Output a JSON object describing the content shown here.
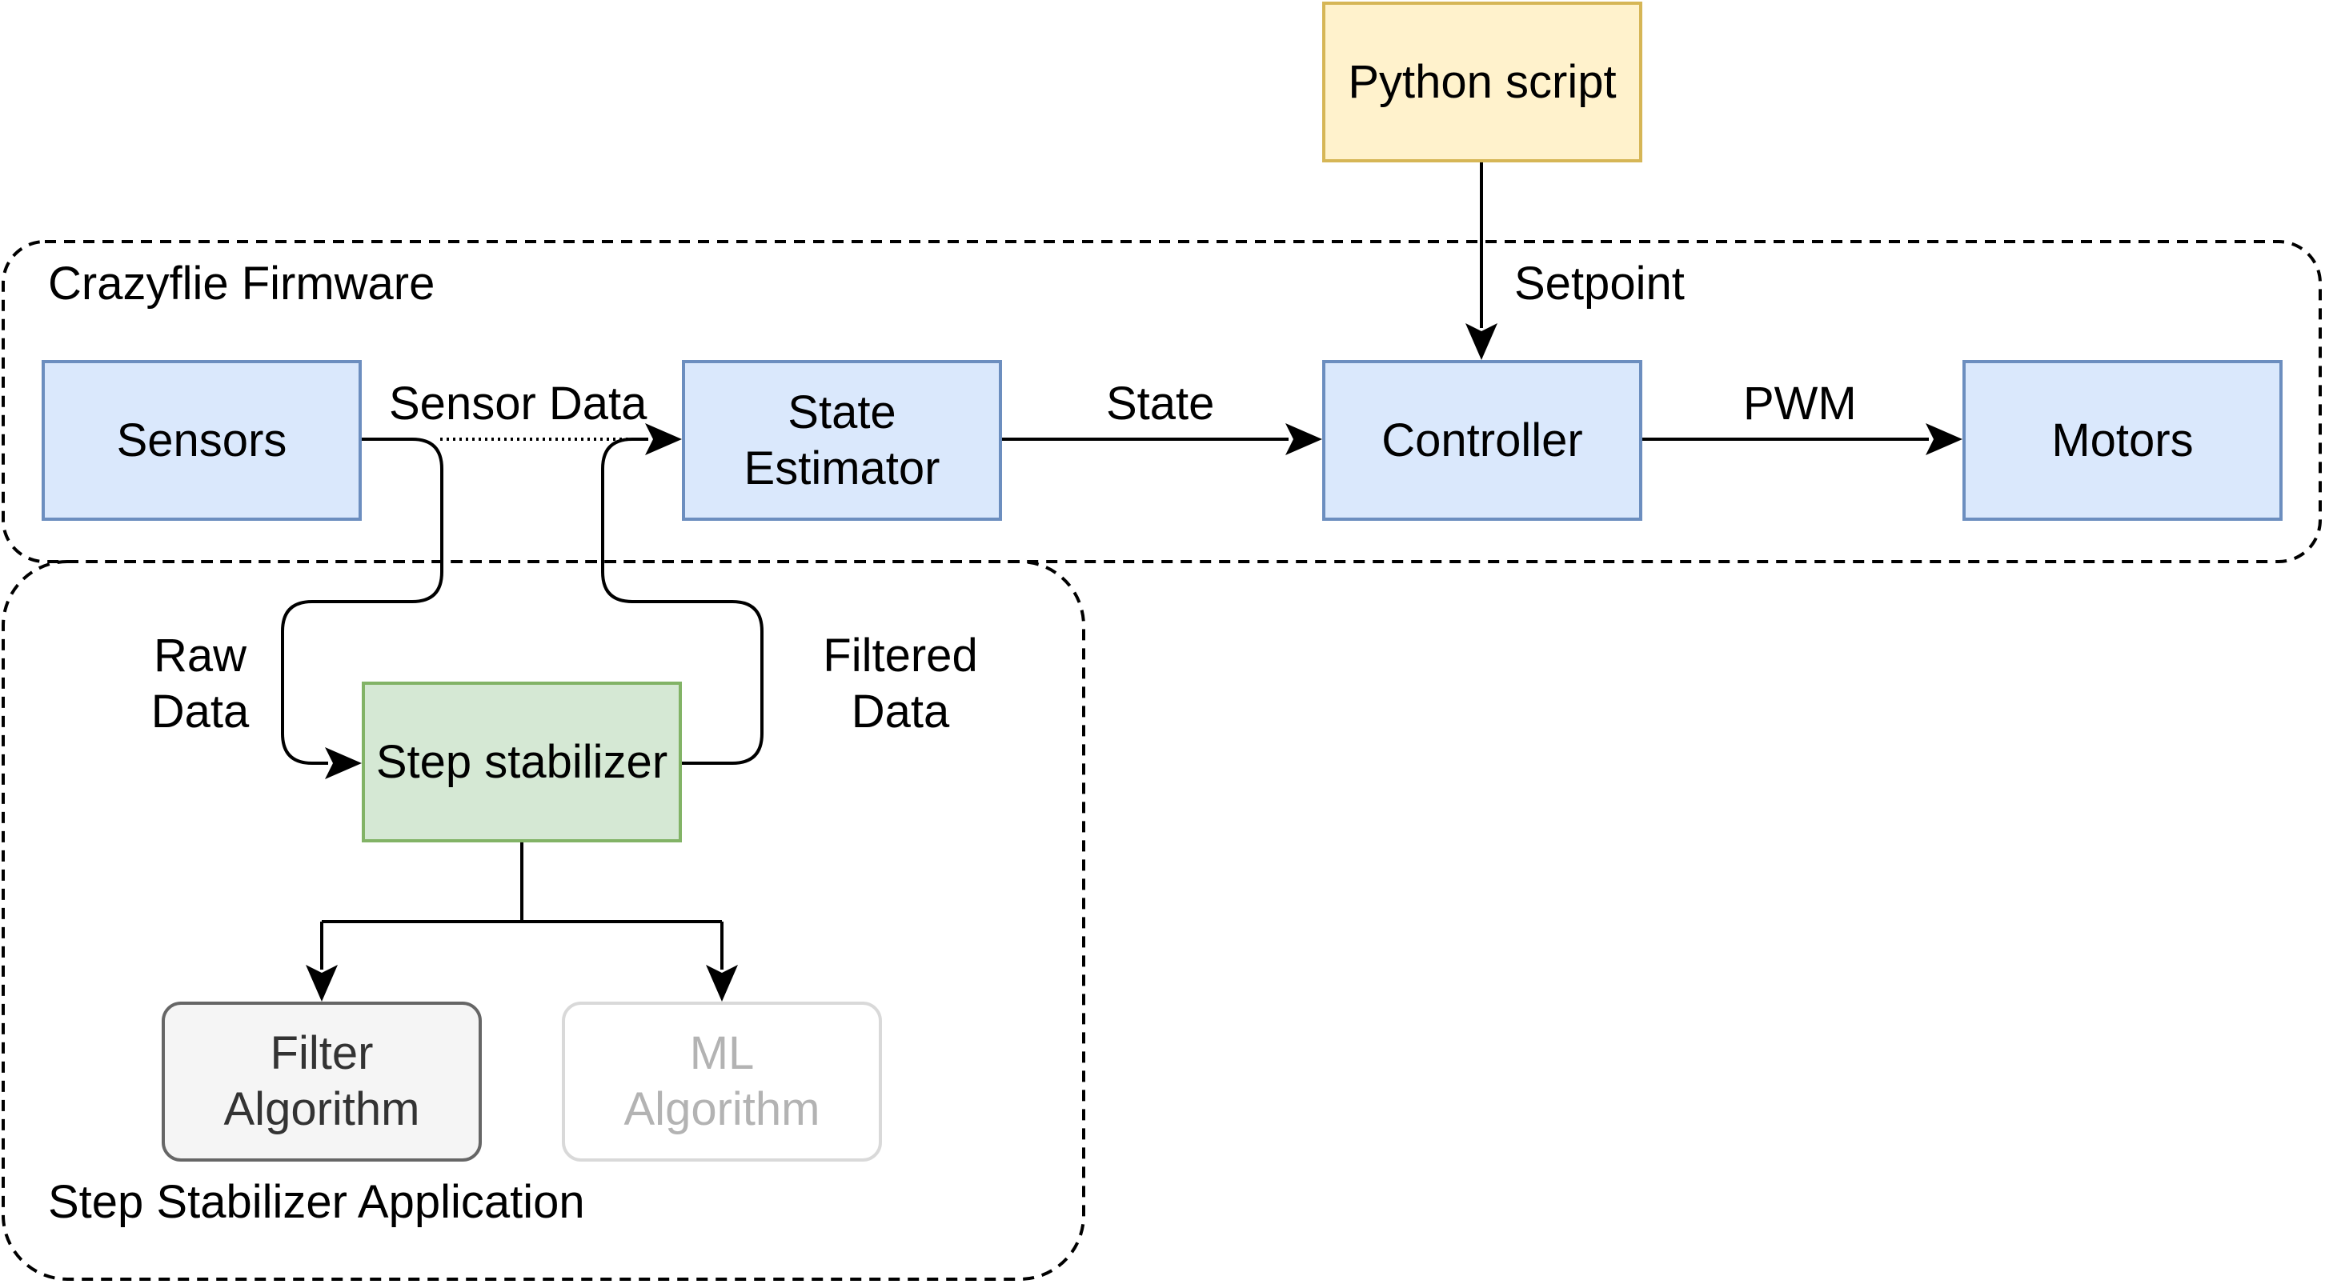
{
  "containers": {
    "firmware_label": "Crazyflie Firmware",
    "application_label": "Step Stabilizer Application"
  },
  "blocks": {
    "python_script": "Python script",
    "sensors": "Sensors",
    "state_estimator": "State\nEstimator",
    "controller": "Controller",
    "motors": "Motors",
    "step_stabilizer": "Step stabilizer",
    "filter_algorithm": "Filter\nAlgorithm",
    "ml_algorithm": "ML\nAlgorithm"
  },
  "edges": {
    "setpoint": "Setpoint",
    "sensor_data": "Sensor Data",
    "state": "State",
    "pwm": "PWM",
    "raw_data": "Raw\nData",
    "filtered_data": "Filtered\nData"
  },
  "colors": {
    "core_fill": "#dae8fc",
    "core_stroke": "#6c8ebf",
    "script_fill": "#fff2cc",
    "script_stroke": "#d6b656",
    "stabilizer_fill": "#d5e8d4",
    "stabilizer_stroke": "#82b366",
    "filter_fill": "#f5f5f5",
    "disabled_stroke": "#d9d9d9"
  }
}
